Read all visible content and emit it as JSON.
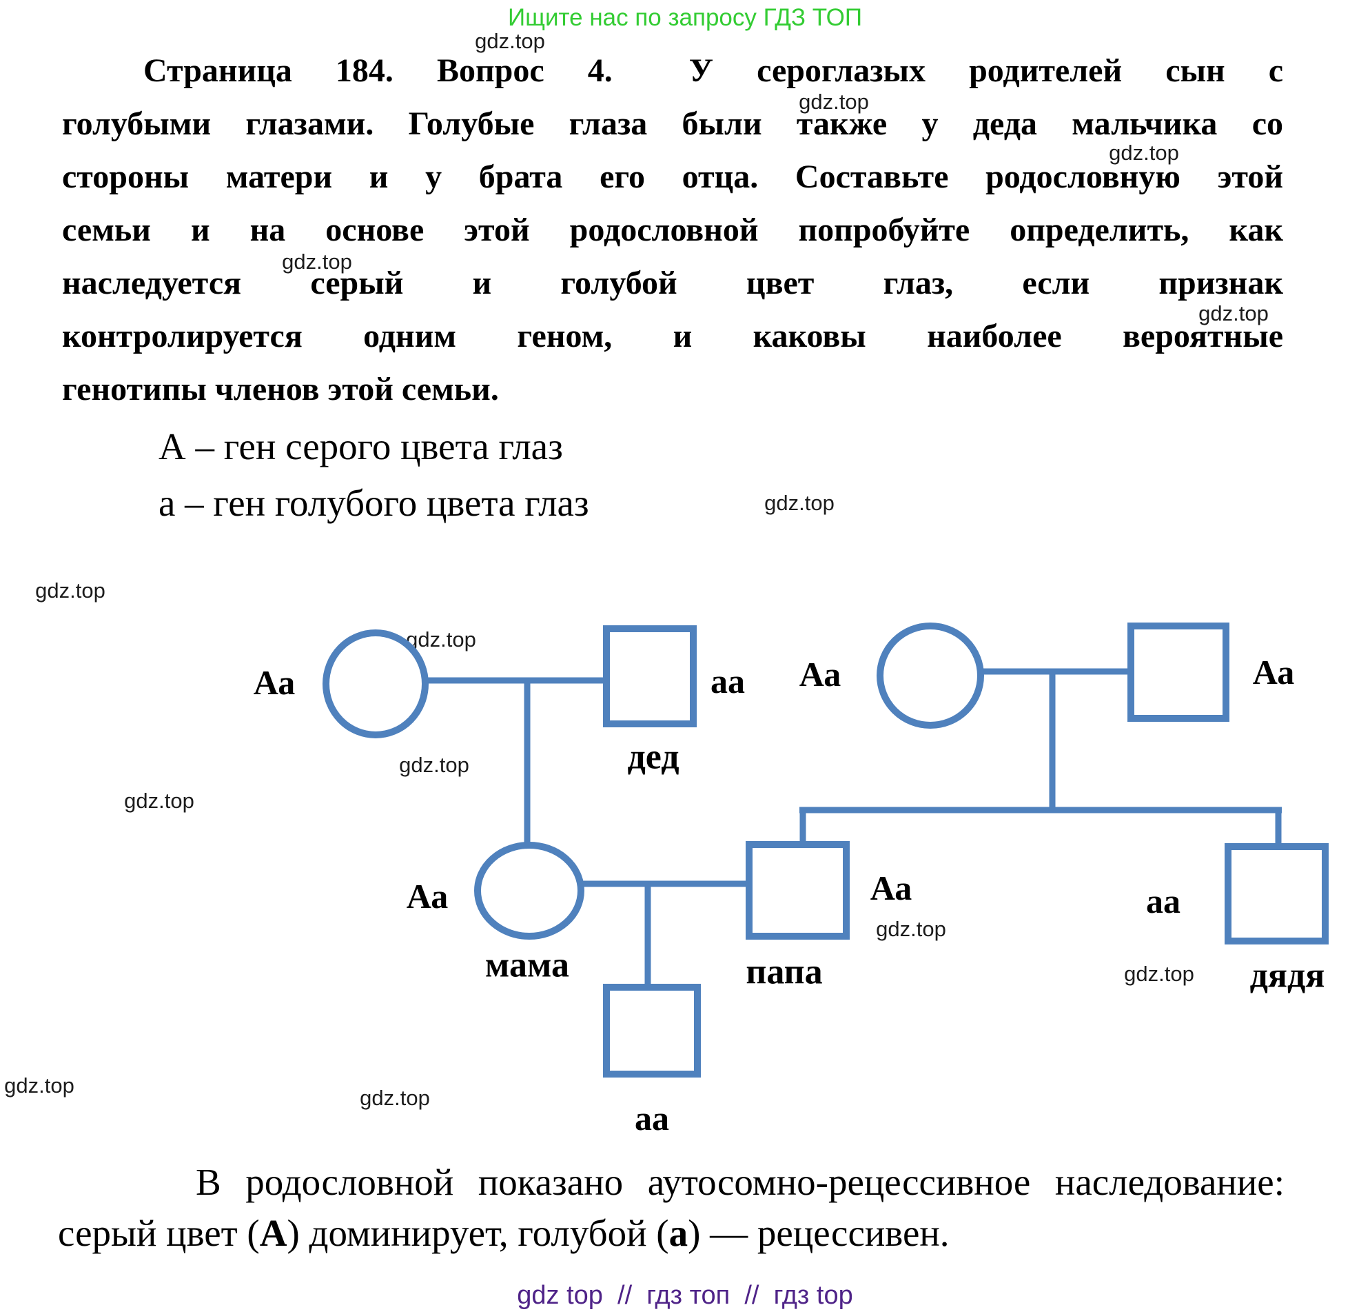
{
  "promo_banner": {
    "text": "Ищите нас по запросу ГДЗ ТОП",
    "color": "#33cc33"
  },
  "watermark": {
    "label": "gdz.top"
  },
  "problem_statement": {
    "page_ref": "Страница 184",
    "question_ref": "Вопрос 4",
    "lines": [
      "Страница 184. Вопрос 4.  У сероглазых родителей сын с",
      "голубыми глазами. Голубые глаза были также у деда мальчика со",
      "стороны матери и у брата его отца. Составьте родословную этой",
      "семьи и на основе этой родословной попробуйте определить, как",
      "наследуется серый и голубой цвет глаз, если признак",
      "контролируется одним геном, и каковы наиболее вероятные",
      "генотипы членов этой семьи."
    ]
  },
  "legend": {
    "dominant": "А – ген серого цвета глаз",
    "recessive": "а – ген голубого цвета глаз"
  },
  "pedigree": {
    "line_color": "#4f81bd",
    "generation1": {
      "maternal_grandmother": {
        "sex": "female",
        "genotype": "Аа"
      },
      "maternal_grandfather": {
        "sex": "male",
        "genotype": "аа",
        "name": "дед"
      },
      "paternal_grandmother": {
        "sex": "female",
        "genotype": "Аа"
      },
      "paternal_grandfather": {
        "sex": "male",
        "genotype": "Аа"
      }
    },
    "generation2": {
      "mother": {
        "sex": "female",
        "genotype": "Аа",
        "name": "мама"
      },
      "father": {
        "sex": "male",
        "genotype": "Аа",
        "name": "папа"
      },
      "uncle": {
        "sex": "male",
        "genotype": "аа",
        "name": "дядя"
      }
    },
    "generation3": {
      "son": {
        "sex": "male",
        "genotype": "аа"
      }
    }
  },
  "conclusion": {
    "line1": "В родословной показано аутосомно-рецессивное наследование:",
    "line2": {
      "seg1": "серый цвет (",
      "allele_dominant": "А",
      "seg2": ") доминирует, голубой (",
      "allele_recessive": "а",
      "seg3": ") — рецессивен."
    }
  },
  "footer": {
    "text": "gdz top  //  гдз топ  //  гдз top",
    "color": "#4f2388"
  }
}
